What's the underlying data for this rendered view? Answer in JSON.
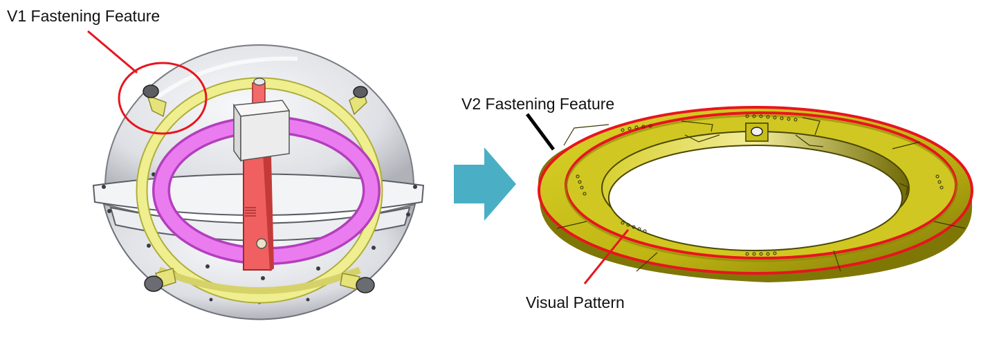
{
  "labels": {
    "v1_feature": "V1 Fastening Feature",
    "v2_feature": "V2 Fastening Feature",
    "visual_pattern": "Visual Pattern"
  },
  "colors": {
    "callout_red": "#e8141e",
    "callout_black": "#000000",
    "arrow_teal": "#4aafc4",
    "ring_gold": "#c8be14",
    "ring_gold_dark": "#8f8708",
    "gimbal_yellow": "#ecec8c",
    "gimbal_magenta": "#dd5ae6",
    "post_red": "#f05050",
    "sphere_gray": "#d7d9de"
  },
  "icons": {
    "transition_arrow": "arrow-right-icon"
  }
}
